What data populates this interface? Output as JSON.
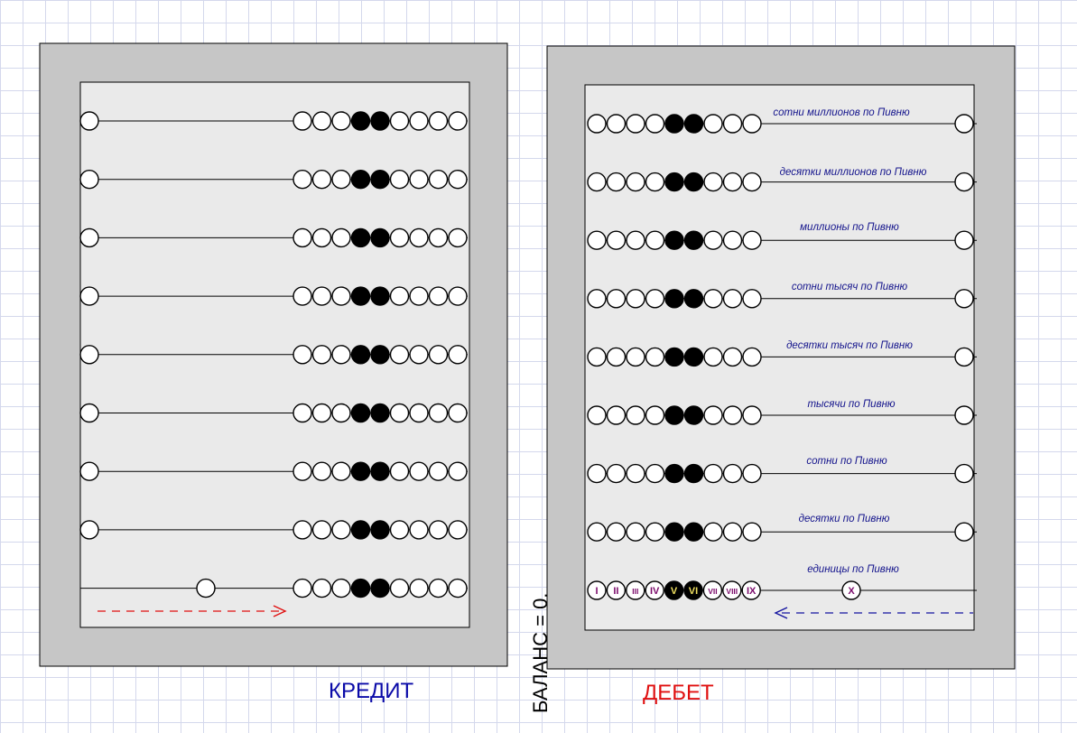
{
  "credit": {
    "label": "КРЕДИТ",
    "label_color": "#0a0aa8",
    "arrow_color": "#e01010",
    "rod_count": 9,
    "bead_pattern": [
      "empty",
      "empty",
      "empty",
      "filled",
      "filled",
      "empty",
      "empty",
      "empty",
      "empty"
    ]
  },
  "debit": {
    "label": "ДЕБЕТ",
    "label_color": "#e01010",
    "arrow_color": "#1414a0",
    "rod_labels": [
      "сотни миллионов по Пивню",
      "десятки миллионов по Пивню",
      "миллионы  по Пивню",
      "сотни тысяч  по Пивню",
      "десятки тысяч по Пивню",
      "тысячи по Пивню",
      "сотни по Пивню",
      "десятки по Пивню",
      "единицы по Пивню"
    ],
    "bead_pattern": [
      "empty",
      "empty",
      "empty",
      "empty",
      "filled",
      "filled",
      "empty",
      "empty",
      "empty"
    ],
    "units_beads": [
      "I",
      "II",
      "III",
      "IV",
      "V",
      "VI",
      "VII",
      "VIII",
      "IX"
    ],
    "units_extra_bead": "X"
  },
  "balance": {
    "label": "БАЛАНС = 0."
  },
  "colors": {
    "frame": "#c6c6c6",
    "panel": "#eaeaea",
    "rod_label": "#14148c",
    "roman_empty": "#7a0a6a",
    "roman_filled": "#f0e060"
  }
}
